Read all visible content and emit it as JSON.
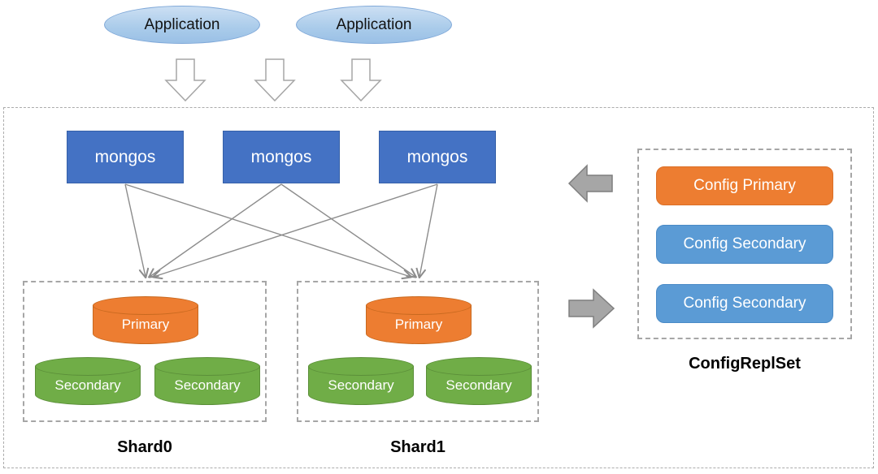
{
  "applications": [
    {
      "label": "Application"
    },
    {
      "label": "Application"
    }
  ],
  "mongos_nodes": [
    {
      "label": "mongos"
    },
    {
      "label": "mongos"
    },
    {
      "label": "mongos"
    }
  ],
  "shards": [
    {
      "name": "Shard0",
      "primary": "Primary",
      "secondaries": [
        "Secondary",
        "Secondary"
      ]
    },
    {
      "name": "Shard1",
      "primary": "Primary",
      "secondaries": [
        "Secondary",
        "Secondary"
      ]
    }
  ],
  "config_repl_set": {
    "name": "ConfigReplSet",
    "members": [
      "Config Primary",
      "Config Secondary",
      "Config Secondary"
    ]
  },
  "colors": {
    "mongos_blue": "#4472C4",
    "application_blue": "#A9CBEA",
    "primary_orange": "#ED7D31",
    "secondary_green": "#70AD47",
    "config_secondary_blue": "#5B9BD5",
    "block_arrow_gray": "#A6A6A6",
    "connection_line_gray": "#8C8C8C"
  }
}
